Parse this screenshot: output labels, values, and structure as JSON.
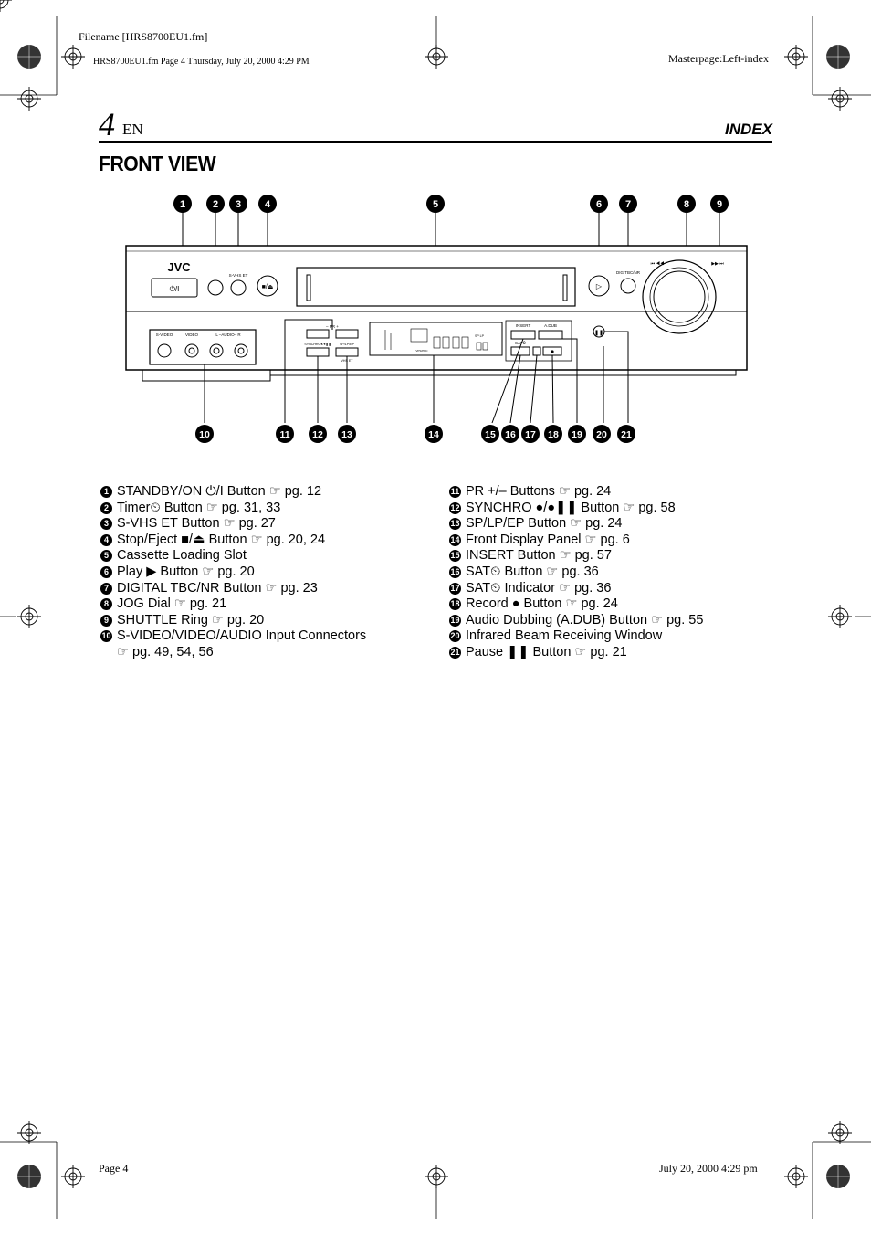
{
  "meta": {
    "filename": "Filename [HRS8700EU1.fm]",
    "fileinfo": "HRS8700EU1.fm  Page 4  Thursday, July 20, 2000  4:29 PM",
    "masterpage": "Masterpage:Left-index",
    "footer_page": "Page 4",
    "footer_date": "July 20, 2000 4:29 pm"
  },
  "header": {
    "page_number": "4",
    "lang": "EN",
    "title": "INDEX"
  },
  "section_title": "FRONT VIEW",
  "diagram": {
    "brand": "JVC",
    "labels": {
      "svideo": "S-VIDEO",
      "video": "VIDEO",
      "audio": "L –AUDIO– R",
      "synchro": "SYNCHRO●/●❚❚",
      "speed": "SP/LP/EP",
      "vhs": "VHS ET",
      "insert": "INSERT",
      "adub": "A.DUB",
      "sat": "SAT⏲",
      "pr": "– PR +",
      "svhs": "S-VHS ET",
      "dig": "DIG TBC/NR",
      "rew": "⏮ ◀◀",
      "ff": "▶▶ ⏭",
      "lcd_sp": "SP LP",
      "lcd_vps": "VPS/PDC"
    },
    "callouts_top": [
      "1",
      "2",
      "3",
      "4",
      "5",
      "6",
      "7",
      "8",
      "9"
    ],
    "callouts_bottom": [
      "10",
      "11",
      "12",
      "13",
      "14",
      "15",
      "16",
      "17",
      "18",
      "19",
      "20",
      "21"
    ]
  },
  "items_left": [
    {
      "n": "1",
      "text": "STANDBY/ON ⏻/I Button",
      "ref": "pg. 12"
    },
    {
      "n": "2",
      "text": "Timer⏲ Button",
      "ref": "pg. 31, 33"
    },
    {
      "n": "3",
      "text": "S-VHS ET Button",
      "ref": "pg. 27"
    },
    {
      "n": "4",
      "text": "Stop/Eject ■/⏏ Button",
      "ref": "pg. 20, 24"
    },
    {
      "n": "5",
      "text": "Cassette Loading Slot",
      "ref": ""
    },
    {
      "n": "6",
      "text": "Play ▶ Button",
      "ref": "pg. 20"
    },
    {
      "n": "7",
      "text": "DIGITAL TBC/NR Button",
      "ref": "pg. 23"
    },
    {
      "n": "8",
      "text": "JOG Dial",
      "ref": "pg. 21"
    },
    {
      "n": "9",
      "text": "SHUTTLE Ring",
      "ref": "pg. 20"
    },
    {
      "n": "10",
      "text": "S-VIDEO/VIDEO/AUDIO Input Connectors",
      "ref": "",
      "cont": "pg. 49, 54, 56"
    }
  ],
  "items_right": [
    {
      "n": "11",
      "text": "PR +/– Buttons",
      "ref": "pg. 24"
    },
    {
      "n": "12",
      "text": "SYNCHRO ●/●❚❚ Button",
      "ref": "pg. 58"
    },
    {
      "n": "13",
      "text": "SP/LP/EP Button",
      "ref": "pg. 24"
    },
    {
      "n": "14",
      "text": "Front Display Panel",
      "ref": "pg. 6"
    },
    {
      "n": "15",
      "text": "INSERT Button",
      "ref": "pg. 57"
    },
    {
      "n": "16",
      "text": "SAT⏲ Button",
      "ref": "pg. 36"
    },
    {
      "n": "17",
      "text": "SAT⏲ Indicator",
      "ref": "pg. 36"
    },
    {
      "n": "18",
      "text": "Record ● Button",
      "ref": "pg. 24"
    },
    {
      "n": "19",
      "text": "Audio Dubbing (A.DUB) Button",
      "ref": "pg. 55"
    },
    {
      "n": "20",
      "text": "Infrared Beam Receiving Window",
      "ref": ""
    },
    {
      "n": "21",
      "text": "Pause ❚❚ Button",
      "ref": "pg. 21"
    }
  ],
  "ref_symbol": "☞"
}
